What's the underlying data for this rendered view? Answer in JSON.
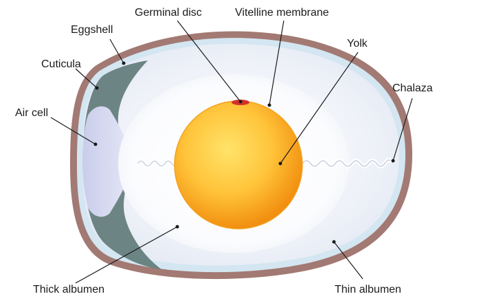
{
  "labels": {
    "eggshell": "Eggshell",
    "cuticula": "Cuticula",
    "air_cell": "Air cell",
    "germinal_disc": "Germinal disc",
    "vitelline_membrane": "Vitelline membrane",
    "yolk": "Yolk",
    "chalaza": "Chalaza",
    "thick_albumen": "Thick albumen",
    "thin_albumen": "Thin albumen"
  },
  "colors": {
    "shell": "#a07a72",
    "shell_inner": "#cfe4f0",
    "air_cell_fill": "#d6daf0",
    "inner_membrane_dark": "#5f7a78",
    "thin_albumen": "#f4f6fb",
    "thick_albumen": "#ffffff",
    "yolk_light": "#ffd24a",
    "yolk_dark": "#f39a12",
    "germinal_disc": "#d6332a"
  }
}
